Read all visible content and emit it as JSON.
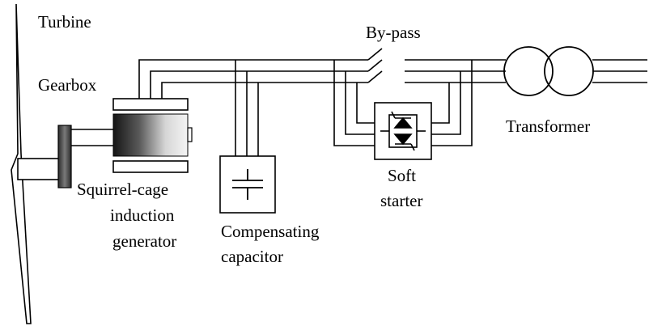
{
  "labels": {
    "turbine": "Turbine",
    "gearbox": "Gearbox",
    "generator_line1": "Squirrel-cage",
    "generator_line2": "induction",
    "generator_line3": "generator",
    "capacitor_line1": "Compensating",
    "capacitor_line2": "capacitor",
    "bypass": "By-pass",
    "softstarter_line1": "Soft",
    "softstarter_line2": "starter",
    "transformer": "Transformer"
  },
  "colors": {
    "line": "#000000",
    "background": "#ffffff"
  }
}
